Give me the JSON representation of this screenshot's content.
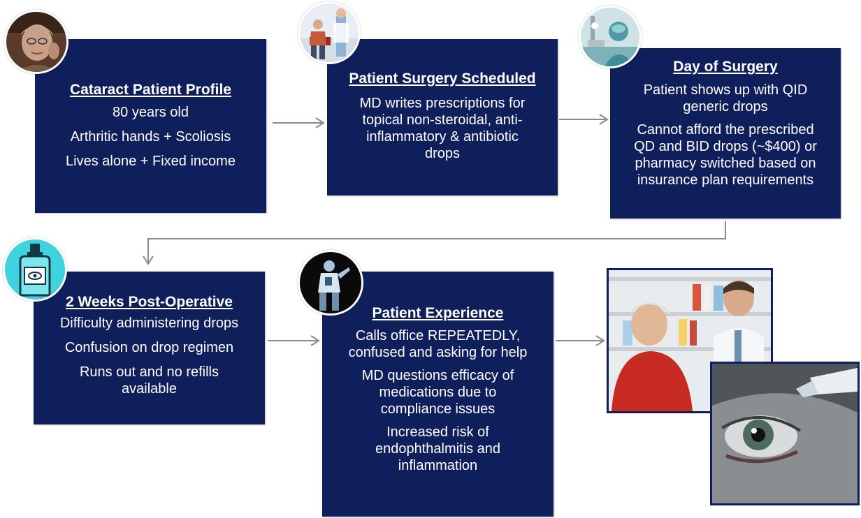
{
  "boxes": {
    "profile": {
      "title": "Cataract Patient Profile",
      "lines": [
        "80 years old",
        "Arthritic hands + Scoliosis",
        "Lives alone + Fixed income"
      ]
    },
    "scheduled": {
      "title": "Patient Surgery Scheduled",
      "lines": [
        "MD writes prescriptions for",
        "topical non-steroidal, anti-",
        "inflammatory & antibiotic",
        "drops"
      ]
    },
    "surgery_day": {
      "title": "Day of Surgery",
      "para1": [
        "Patient shows up with QID",
        "generic drops"
      ],
      "para2": [
        "Cannot afford the prescribed",
        "QD and BID drops (~$400) or",
        "pharmacy switched based on",
        "insurance plan requirements"
      ]
    },
    "post_op": {
      "title": "2 Weeks Post-Operative",
      "lines": [
        "Difficulty administering drops",
        "Confusion on drop regimen"
      ],
      "para3": [
        "Runs out and no refills",
        "available"
      ]
    },
    "experience": {
      "title": "Patient Experience",
      "para1": [
        "Calls office REPEATEDLY,",
        "confused and asking for help"
      ],
      "para2": [
        "MD questions efficacy of",
        "medications due to",
        "compliance issues"
      ],
      "para3": [
        "Increased risk of",
        "endophthalmitis and",
        "inflammation"
      ]
    }
  },
  "icons": {
    "profile": "elderly-woman-photo-icon",
    "scheduled": "doctor-consultation-clipart-icon",
    "surgery_day": "surgeon-with-microscope-photo-icon",
    "post_op": "eye-drop-bottle-clipart-icon",
    "experience": "doctor-silhouette-clipart-icon"
  },
  "photos": {
    "pharmacy": "pharmacist-with-elderly-patient-photo",
    "eye_drop": "eye-drop-being-applied-photo"
  },
  "colors": {
    "box_fill": "#0f1f5c",
    "box_text": "#ffffff",
    "arrow": "#8a8a8a"
  }
}
